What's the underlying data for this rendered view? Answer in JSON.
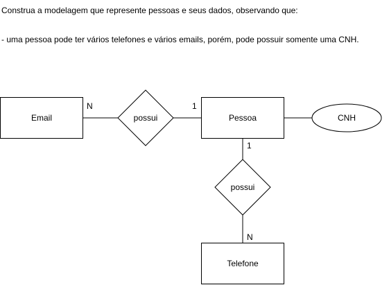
{
  "instructions": {
    "line1": "Construa a modelagem que represente pessoas e seus dados, observando que:",
    "line2": "- uma pessoa pode ter vários telefones e vários emails, porém, pode possuir somente uma CNH."
  },
  "diagram": {
    "entities": {
      "email": "Email",
      "pessoa": "Pessoa",
      "telefone": "Telefone"
    },
    "relationships": {
      "email_pessoa": "possui",
      "pessoa_telefone": "possui"
    },
    "attributes": {
      "cnh": "CNH"
    },
    "cardinalities": {
      "email_side": "N",
      "pessoa_side_email": "1",
      "pessoa_side_telefone": "1",
      "telefone_side": "N"
    }
  }
}
